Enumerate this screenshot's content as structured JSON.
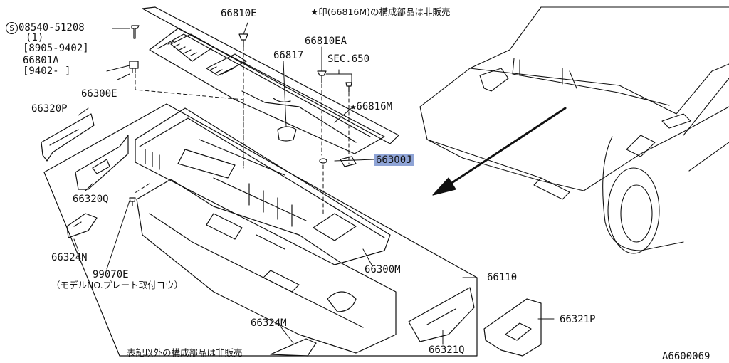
{
  "diagram": {
    "note_top": "★印(66816M)の構成部品は非販売",
    "note_bottom": "表記以外の構成部品は非販売",
    "drawing_id": "A6600069",
    "callouts": {
      "p66810e": "66810E",
      "p66810ea": "66810EA",
      "p66817": "66817",
      "sec650": "SEC.650",
      "p66816m": "★66816M",
      "p66300j": "66300J",
      "p66300e": "66300E",
      "p66320p": "66320P",
      "p66320q": "66320Q",
      "p66324n": "66324N",
      "p99070e": "99070E",
      "p99070e_note": "（モデルNO.プレート取付ヨウ）",
      "p66300m": "66300M",
      "p66110": "66110",
      "p66321p": "66321P",
      "p66324m": "66324M",
      "p66321q": "66321Q"
    },
    "screw_block": {
      "symbol": "S",
      "line1": "08540-51208",
      "line2": "(1)",
      "line3": "[8905-9402]",
      "line4": "66801A",
      "line5": "[9402-     ]"
    },
    "colors": {
      "ink": "#111111",
      "highlight": "#8fa4d6",
      "background": "#ffffff"
    }
  }
}
